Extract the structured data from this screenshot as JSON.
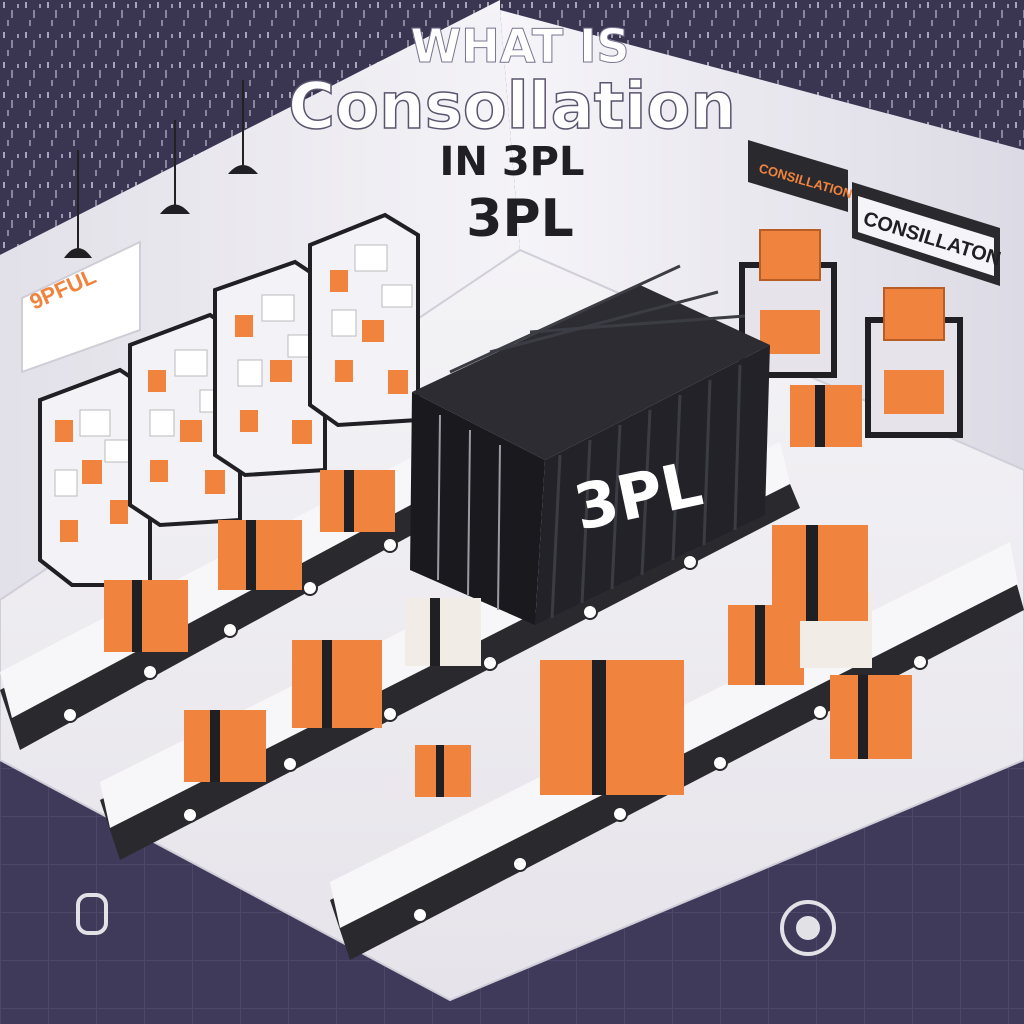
{
  "headline": {
    "line1": "WHAT IS",
    "line2": "Consollation",
    "line3": "IN 3PL",
    "line4": "3PL"
  },
  "container_label": "3PL",
  "wall_signs": {
    "left_sign": "9PFUL",
    "right_banner": "CONSILLATON",
    "top_right_sign": "CONSILLATION"
  },
  "colors": {
    "floor": "#3f3a5a",
    "wall": "#eceaf0",
    "box": "#f0833e",
    "belt": "#2a2a2e",
    "container": "#1f1f24"
  }
}
